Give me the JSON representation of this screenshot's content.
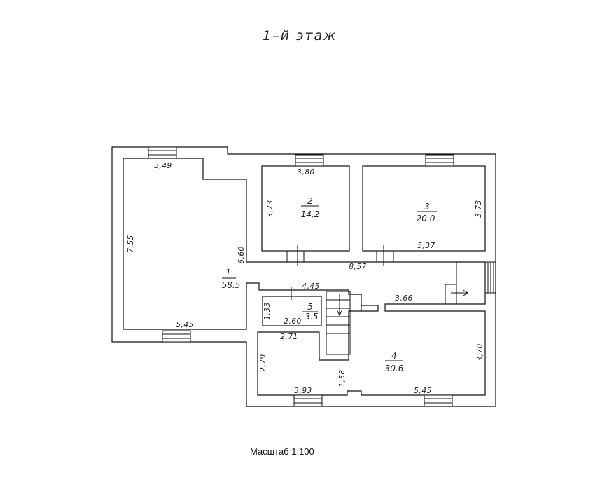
{
  "title": "1–й этаж",
  "scale_label": "Масштаб 1:100",
  "rooms": [
    {
      "number": "1",
      "area": "58.5"
    },
    {
      "number": "2",
      "area": "14.2"
    },
    {
      "number": "3",
      "area": "20.0"
    },
    {
      "number": "4",
      "area": "30.6"
    },
    {
      "number": "5",
      "area": "3.5"
    }
  ],
  "dimensions": {
    "r1_top": "3,49",
    "r1_left": "7,55",
    "r1_right": "6,60",
    "r1_bottom": "5,45",
    "r2_top": "3,80",
    "r2_left": "3,73",
    "r3_right": "3,73",
    "r3_bottom": "5,37",
    "hall_length": "8,57",
    "r5_top": "4,45",
    "r5_left": "1,33",
    "r5_bottom": "2,60",
    "r4_hall": "3,66",
    "r4_top_left": "2,71",
    "r4_left": "2,79",
    "r4_step": "1,58",
    "r4_right": "3,70",
    "r4_bottom_left": "3,93",
    "r4_bottom_right": "5,45"
  },
  "colors": {
    "lines": "#111111",
    "background": "#ffffff"
  }
}
